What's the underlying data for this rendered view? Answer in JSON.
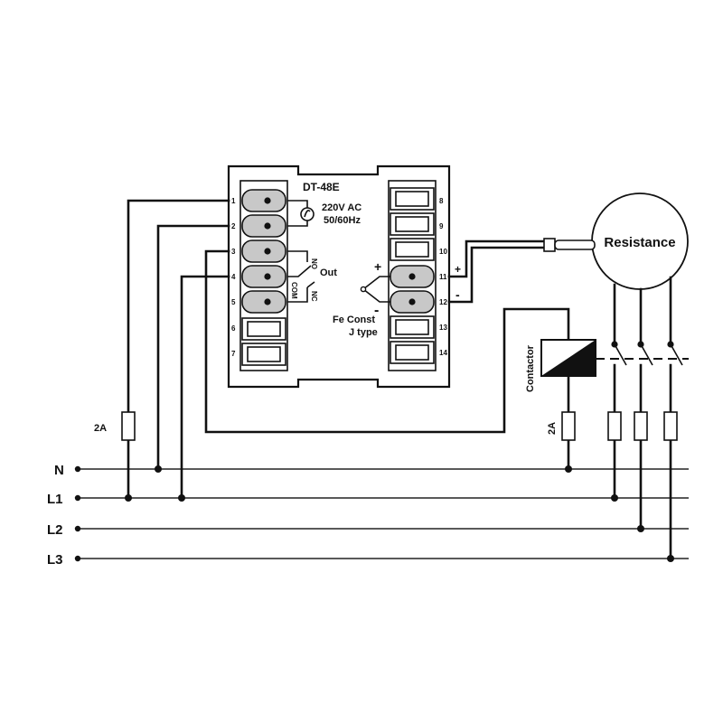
{
  "device": {
    "model": "DT-48E",
    "supply_line1": "220V AC",
    "supply_line2": "50/60Hz",
    "out_label": "Out",
    "relay_no": "NO",
    "relay_com": "COM",
    "relay_nc": "NC",
    "sensor_line1": "Fe Const",
    "sensor_line2": "J type",
    "plus": "+",
    "minus": "-",
    "left_terminals": [
      "1",
      "2",
      "3",
      "4",
      "5",
      "6",
      "7"
    ],
    "right_terminals": [
      "8",
      "9",
      "10",
      "11",
      "12",
      "13",
      "14"
    ]
  },
  "lines": {
    "n": "N",
    "l1": "L1",
    "l2": "L2",
    "l3": "L3"
  },
  "fuses": {
    "supply_fuse": "2A",
    "contactor_fuse": "2A"
  },
  "contactor_label": "Contactor",
  "load_label": "Resistance",
  "probe_plus": "+",
  "probe_minus": "-"
}
